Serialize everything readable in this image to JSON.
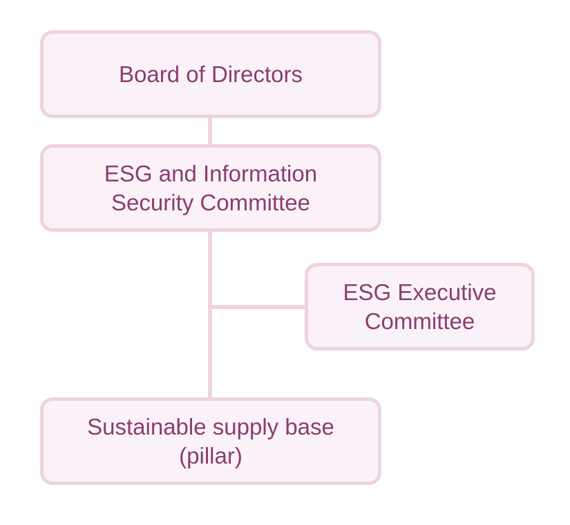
{
  "diagram": {
    "colors": {
      "text": "#8A3E6E",
      "box_fill": "#FAF2F8",
      "box_border": "#EFD3E1",
      "connector": "#EFD3E1"
    },
    "nodes": {
      "board": {
        "lines": [
          "Board of Directors"
        ]
      },
      "esg_info_security": {
        "lines": [
          "ESG and Information",
          "Security Committee"
        ]
      },
      "esg_executive": {
        "lines": [
          "ESG Executive",
          "Committee"
        ]
      },
      "supply_base": {
        "lines": [
          "Sustainable supply base",
          "(pillar)"
        ]
      }
    },
    "edges": [
      {
        "from": "board",
        "to": "esg_info_security"
      },
      {
        "from": "esg_info_security",
        "to": "supply_base"
      },
      {
        "from": "esg_info_security",
        "to": "esg_executive"
      }
    ]
  }
}
